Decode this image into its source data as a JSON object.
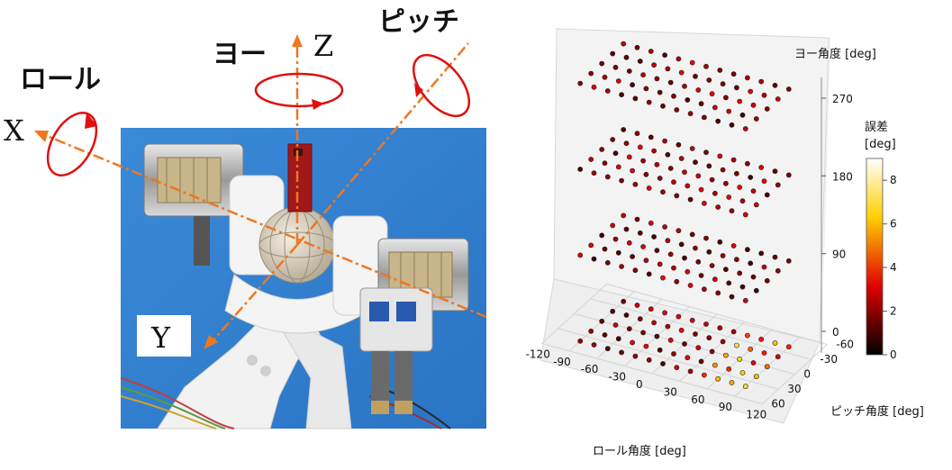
{
  "photo_labels": {
    "roll": "ロール",
    "yaw": "ヨー",
    "pitch": "ピッチ",
    "x": "X",
    "y": "Y",
    "z": "Z"
  },
  "colors": {
    "axis_line": "#ee7722",
    "rotation_arrow": "#e01010",
    "background_blue": "#2f7fd0"
  },
  "chart_data": {
    "type": "scatter3d",
    "xlabel": "ロール角度 [deg]",
    "ylabel": "ピッチ角度 [deg]",
    "zlabel": "ヨー角度 [deg]",
    "x_ticks": [
      "-120",
      "-90",
      "-60",
      "-30",
      "0",
      "30",
      "60",
      "90",
      "120"
    ],
    "y_ticks": [
      "-60",
      "-30",
      "0",
      "30",
      "60"
    ],
    "z_ticks": [
      "0",
      "90",
      "180",
      "270"
    ],
    "xlim": [
      -120,
      120
    ],
    "ylim": [
      -60,
      60
    ],
    "zlim": [
      0,
      270
    ],
    "yaw_levels": [
      0,
      90,
      180,
      270
    ],
    "roll_values": [
      -90,
      -75,
      -60,
      -45,
      -30,
      -15,
      0,
      15,
      30,
      45,
      60,
      75,
      90
    ],
    "pitch_values": [
      -40,
      -20,
      0,
      20,
      40
    ],
    "colorbar": {
      "title": "誤差\n[deg]",
      "title_line1": "誤差",
      "title_line2": "[deg]",
      "ticks": [
        "0",
        "2",
        "4",
        "6",
        "8"
      ],
      "range": [
        0,
        9
      ],
      "colormap": "hot"
    },
    "error_distribution": "mostly 0-3 deg; higher (up to ~8 deg) near max roll at yaw 0",
    "grid": true
  }
}
